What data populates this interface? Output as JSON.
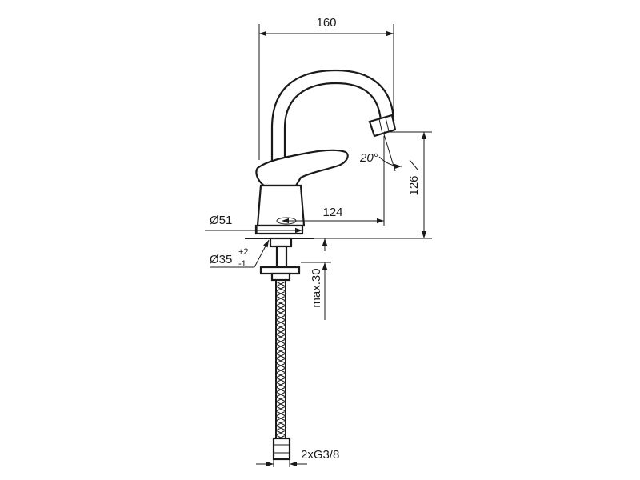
{
  "dimensions": {
    "width_top": "160",
    "height_right": "126",
    "reach": "124",
    "base_diameter": "Ø51",
    "hole_diameter": "Ø35",
    "hole_tol_upper": "+2",
    "hole_tol_lower": "-1",
    "max_thickness": "max.30",
    "connection": "2xG3/8",
    "spout_angle": "20°"
  },
  "colors": {
    "ink": "#1a1a1a",
    "background": "#ffffff"
  }
}
